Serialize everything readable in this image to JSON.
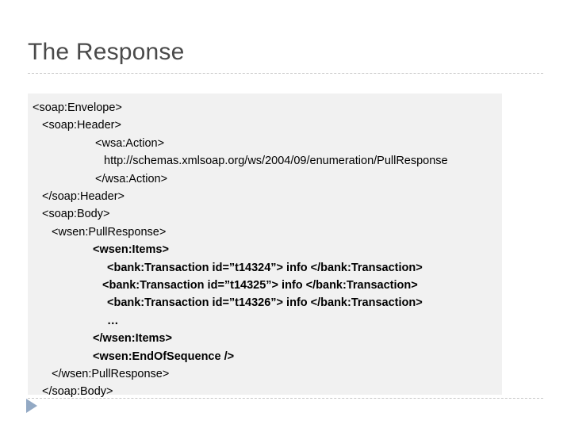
{
  "slide": {
    "title": "The Response",
    "title_color": "#4a4a4a",
    "rule_color": "#c8c8c8",
    "background": "#ffffff"
  },
  "code_block": {
    "background": "#f1f1f1",
    "text_color": "#000000",
    "lines": [
      {
        "text": "<soap:Envelope>",
        "indent": 6,
        "bold": false
      },
      {
        "text": "<soap:Header>",
        "indent": 18,
        "bold": false
      },
      {
        "text": "<wsa:Action>",
        "indent": 85,
        "bold": false
      },
      {
        "text": "http://schemas.xmlsoap.org/ws/2004/09/enumeration/PullResponse",
        "indent": 96,
        "bold": false
      },
      {
        "text": "</wsa:Action>",
        "indent": 85,
        "bold": false
      },
      {
        "text": "</soap:Header>",
        "indent": 18,
        "bold": false
      },
      {
        "text": "<soap:Body>",
        "indent": 18,
        "bold": false
      },
      {
        "text": "<wsen:PullResponse>",
        "indent": 30,
        "bold": false
      },
      {
        "text": "<wsen:Items>",
        "indent": 82,
        "bold": true
      },
      {
        "text": "<bank:Transaction id=”t14324”> info </bank:Transaction>",
        "indent": 100,
        "bold": true
      },
      {
        "text": "<bank:Transaction id=”t14325”> info </bank:Transaction>",
        "indent": 94,
        "bold": true
      },
      {
        "text": "<bank:Transaction id=”t14326”> info </bank:Transaction>",
        "indent": 100,
        "bold": true
      },
      {
        "text": "…",
        "indent": 100,
        "bold": true
      },
      {
        "text": "</wsen:Items>",
        "indent": 82,
        "bold": true
      },
      {
        "text": "<wsen:EndOfSequence />",
        "indent": 82,
        "bold": true
      },
      {
        "text": "</wsen:PullResponse>",
        "indent": 30,
        "bold": false
      },
      {
        "text": "</soap:Body>",
        "indent": 18,
        "bold": false
      }
    ]
  },
  "footer": {
    "marker_icon": "play-triangle-icon",
    "marker_color": "#93a9c4"
  }
}
